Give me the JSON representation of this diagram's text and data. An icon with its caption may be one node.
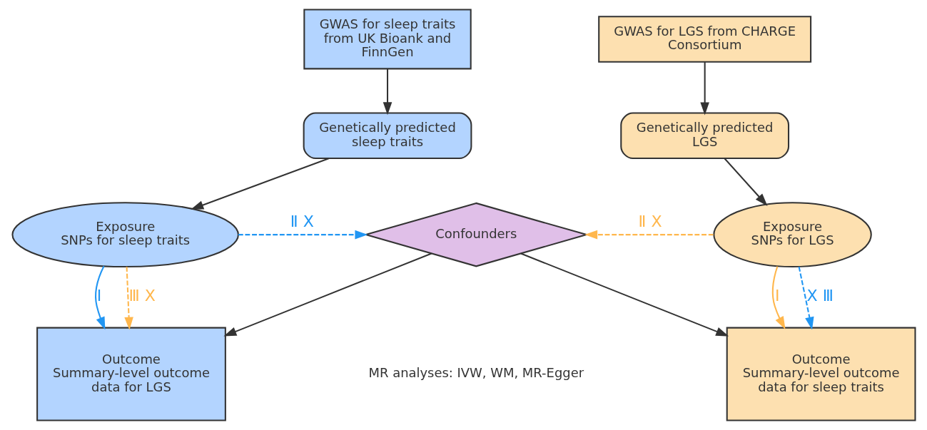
{
  "diagram": {
    "nodes": [
      {
        "text": [
          "GWAS for sleep traits from UK Bioank and FinnGen"
        ]
      },
      {
        "text": [
          "Genetically predicted sleep traits"
        ]
      },
      {
        "text": [
          "Exposure",
          "SNPs for sleep traits"
        ]
      },
      {
        "text": [
          "Outcome",
          "Summary-level outcome data for LGS"
        ]
      },
      {
        "text": [
          "Confounders"
        ]
      },
      {
        "text": [
          "GWAS for LGS from CHARGE Consortium"
        ]
      },
      {
        "text": [
          "Genetically predicted LGS"
        ]
      },
      {
        "text": [
          "Exposure",
          "SNPs for LGS"
        ]
      },
      {
        "text": [
          "Outcome",
          "Summary-level outcome data for sleep traits"
        ]
      }
    ],
    "edges": [
      {
        "from": 0,
        "to": 1,
        "arrow": "to"
      },
      {
        "from": 1,
        "to": 2,
        "arrow": "to"
      },
      {
        "from": 2,
        "to": 3,
        "arrow": "to",
        "label": "Ⅰ",
        "color": "#2196f3"
      },
      {
        "from": 2,
        "to": 4,
        "arrow": "to",
        "label": "Ⅱ X",
        "style": "dashed",
        "color": "#2196f3"
      },
      {
        "from": 2,
        "to": 3,
        "arrow": "to",
        "label": "Ⅲ X",
        "style": "dashed",
        "color": "#ffb74d"
      },
      {
        "from": 5,
        "to": 6,
        "arrow": "to"
      },
      {
        "from": 6,
        "to": 7,
        "arrow": "to"
      },
      {
        "from": 7,
        "to": 8,
        "arrow": "to",
        "label": "Ⅰ",
        "color": "#ffb74d"
      },
      {
        "from": 7,
        "to": 4,
        "arrow": "to",
        "label": "Ⅱ X",
        "style": "dashed",
        "color": "#ffb74d"
      },
      {
        "from": 7,
        "to": 8,
        "arrow": "to",
        "label": "X Ⅲ",
        "style": "dashed",
        "color": "#2196f3"
      },
      {
        "from": 4,
        "to": 3,
        "arrow": "to"
      },
      {
        "from": 4,
        "to": 8,
        "arrow": "to"
      }
    ],
    "labels": [
      "MR analyses: IVW, WM, MR-Egger"
    ]
  }
}
